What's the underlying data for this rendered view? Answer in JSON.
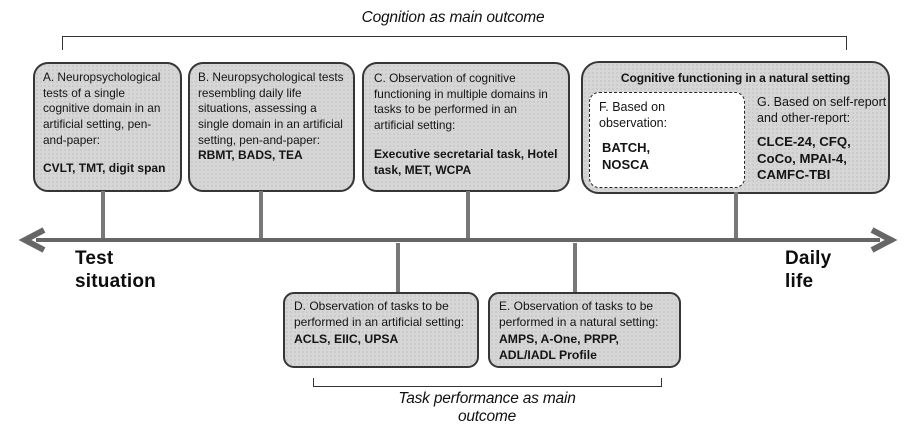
{
  "top_bracket": {
    "label": "Cognition as main outcome"
  },
  "bottom_bracket": {
    "label": "Task performance as main\noutcome"
  },
  "axis": {
    "left_label": "Test\nsituation",
    "right_label": "Daily\nlife"
  },
  "boxes": {
    "a": {
      "description": "A. Neuropsychological tests of a single cognitive domain in an artificial setting, pen-and-paper:",
      "instruments": "CVLT, TMT, digit span"
    },
    "b": {
      "description": "B. Neuropsychological tests resembling daily life situations, assessing a single domain in an artificial setting, pen-and-paper:",
      "instruments": "RBMT, BADS, TEA"
    },
    "c": {
      "description": "C. Observation of cognitive functioning in multiple domains in tasks to be performed in an artificial setting:",
      "instruments": "Executive secretarial task, Hotel task, MET, WCPA"
    },
    "fg": {
      "header": "Cognitive functioning in a natural setting",
      "f": {
        "description": "F. Based on\nobservation:",
        "instruments": "BATCH,\nNOSCA"
      },
      "g": {
        "description": "G. Based on self-report\nand other-report:",
        "instruments": "CLCE-24, CFQ,\nCoCo, MPAI-4,\nCAMFC-TBI"
      }
    },
    "d": {
      "description": "D. Observation of tasks to be performed in an artificial setting:",
      "instruments": "ACLS, EIIC, UPSA"
    },
    "e": {
      "description": "E. Observation of tasks to be performed in a natural setting:",
      "instruments": "AMPS, A-One, PRPP,\nADL/IADL Profile"
    }
  },
  "colors": {
    "box_fill": "#d6d6d6",
    "box_border": "#363636",
    "connector_gray": "#787878",
    "arrow_gray": "#666666"
  }
}
